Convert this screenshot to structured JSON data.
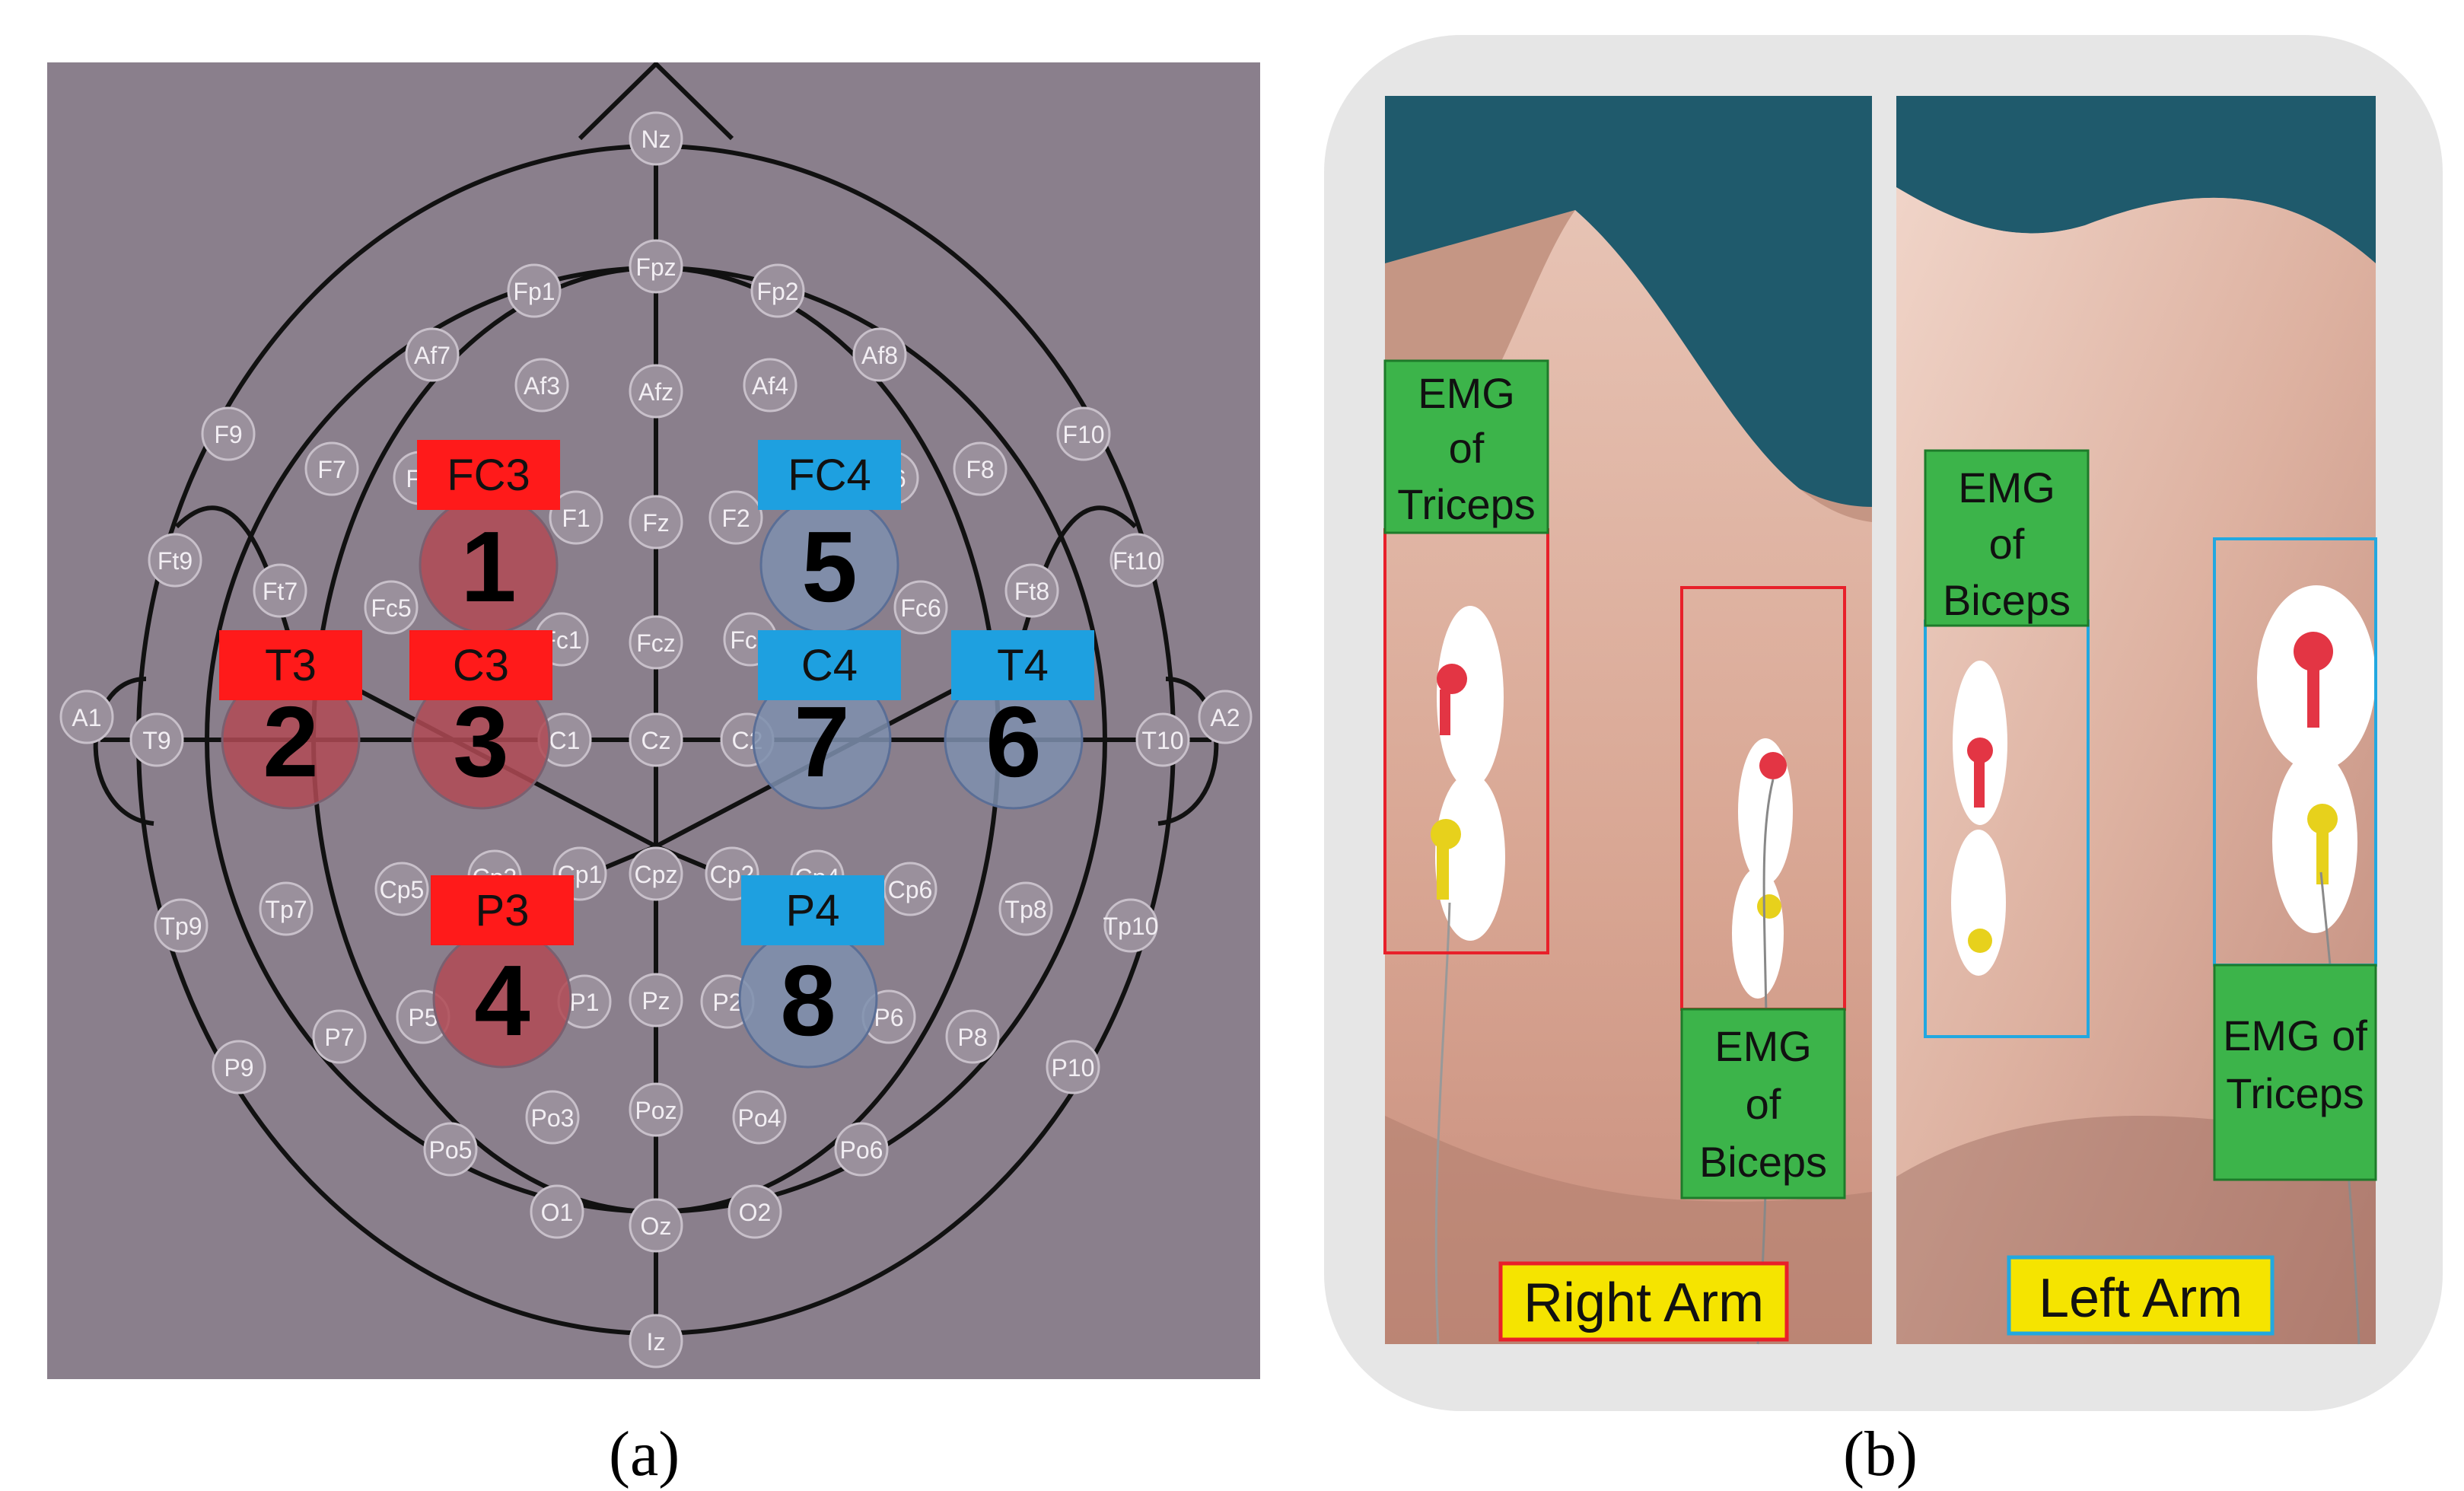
{
  "panel_a": {
    "electrodes": [
      {
        "label": "Nz"
      },
      {
        "label": "Fpz"
      },
      {
        "label": "Fp1"
      },
      {
        "label": "Fp2"
      },
      {
        "label": "Af7"
      },
      {
        "label": "Af3"
      },
      {
        "label": "Afz"
      },
      {
        "label": "Af4"
      },
      {
        "label": "Af8"
      },
      {
        "label": "F9"
      },
      {
        "label": "F7"
      },
      {
        "label": "F5"
      },
      {
        "label": "F1"
      },
      {
        "label": "Fz"
      },
      {
        "label": "F2"
      },
      {
        "label": "F6"
      },
      {
        "label": "F8"
      },
      {
        "label": "F10"
      },
      {
        "label": "Ft9"
      },
      {
        "label": "Ft7"
      },
      {
        "label": "Fc5"
      },
      {
        "label": "Fc1"
      },
      {
        "label": "Fcz"
      },
      {
        "label": "Fc2"
      },
      {
        "label": "Fc6"
      },
      {
        "label": "Ft8"
      },
      {
        "label": "Ft10"
      },
      {
        "label": "A1"
      },
      {
        "label": "T9"
      },
      {
        "label": "C1"
      },
      {
        "label": "Cz"
      },
      {
        "label": "C2"
      },
      {
        "label": "T10"
      },
      {
        "label": "A2"
      },
      {
        "label": "Tp9"
      },
      {
        "label": "Tp7"
      },
      {
        "label": "Cp5"
      },
      {
        "label": "Cp3"
      },
      {
        "label": "Cp1"
      },
      {
        "label": "Cpz"
      },
      {
        "label": "Cp2"
      },
      {
        "label": "Cp4"
      },
      {
        "label": "Cp6"
      },
      {
        "label": "Tp8"
      },
      {
        "label": "Tp10"
      },
      {
        "label": "P9"
      },
      {
        "label": "P7"
      },
      {
        "label": "P5"
      },
      {
        "label": "P1"
      },
      {
        "label": "Pz"
      },
      {
        "label": "P2"
      },
      {
        "label": "P6"
      },
      {
        "label": "P8"
      },
      {
        "label": "P10"
      },
      {
        "label": "Po5"
      },
      {
        "label": "Po3"
      },
      {
        "label": "Poz"
      },
      {
        "label": "Po4"
      },
      {
        "label": "Po6"
      },
      {
        "label": "O1"
      },
      {
        "label": "Oz"
      },
      {
        "label": "O2"
      },
      {
        "label": "Iz"
      }
    ],
    "channels": [
      {
        "tag": "FC3",
        "number": "1",
        "side": "left"
      },
      {
        "tag": "T3",
        "number": "2",
        "side": "left"
      },
      {
        "tag": "C3",
        "number": "3",
        "side": "left"
      },
      {
        "tag": "P3",
        "number": "4",
        "side": "left"
      },
      {
        "tag": "FC4",
        "number": "5",
        "side": "right"
      },
      {
        "tag": "T4",
        "number": "6",
        "side": "right"
      },
      {
        "tag": "C4",
        "number": "7",
        "side": "right"
      },
      {
        "tag": "P4",
        "number": "8",
        "side": "right"
      }
    ],
    "colors": {
      "background": "#8a7f8c",
      "left_tag": "#ff1a1a",
      "right_tag": "#1ea0e0",
      "left_circle": "#b04a55",
      "right_circle": "#7e8fae"
    }
  },
  "panel_b": {
    "right_arm": {
      "title": "Right Arm",
      "triceps_label": [
        "EMG",
        "of",
        "Triceps"
      ],
      "biceps_label": [
        "EMG",
        "of",
        "Biceps"
      ]
    },
    "left_arm": {
      "title": "Left Arm",
      "biceps_label": [
        "EMG",
        "of",
        "Biceps"
      ],
      "triceps_label": [
        "EMG of",
        "Triceps"
      ]
    },
    "colors": {
      "label_fill": "#3cb44a",
      "right_border": "#e8202a",
      "left_border": "#22a8e0",
      "title_fill": "#f5e400",
      "shirt": "#1f5a6c",
      "skin": "#d9a896"
    }
  },
  "captions": {
    "a": "(a)",
    "b": "(b)"
  }
}
